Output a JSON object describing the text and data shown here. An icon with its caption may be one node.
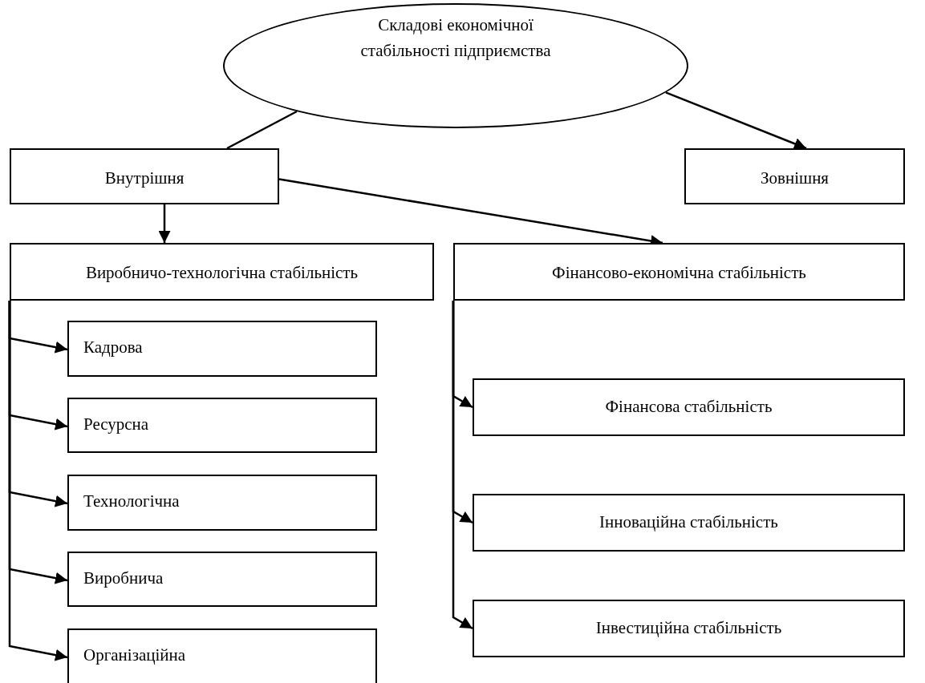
{
  "diagram": {
    "nodes": [
      {
        "text": [
          "Складові економічної стабільності підприємства"
        ]
      },
      {
        "text": [
          "Внутрішня"
        ]
      },
      {
        "text": [
          "Зовнішня"
        ]
      },
      {
        "text": [
          "Виробничо-технологічна стабільність"
        ]
      },
      {
        "text": [
          "Фінансово-економічна стабільність"
        ]
      },
      {
        "text": [
          "Кадрова"
        ]
      },
      {
        "text": [
          "Ресурсна"
        ]
      },
      {
        "text": [
          "Технологічна"
        ]
      },
      {
        "text": [
          "Виробнича"
        ]
      },
      {
        "text": [
          "Організаційна"
        ]
      },
      {
        "text": [
          "Фінансова стабільність"
        ]
      },
      {
        "text": [
          "Інноваційна стабільність"
        ]
      },
      {
        "text": [
          "Інвестиційна стабільність"
        ]
      }
    ],
    "edges": [
      {
        "from": 0,
        "to": 1,
        "arrow": "none"
      },
      {
        "from": 0,
        "to": 2,
        "arrow": "to"
      },
      {
        "from": 1,
        "to": 3,
        "arrow": "to"
      },
      {
        "from": 1,
        "to": 4,
        "arrow": "to"
      },
      {
        "from": 3,
        "to": 5,
        "arrow": "to"
      },
      {
        "from": 3,
        "to": 6,
        "arrow": "to"
      },
      {
        "from": 3,
        "to": 7,
        "arrow": "to"
      },
      {
        "from": 3,
        "to": 8,
        "arrow": "to"
      },
      {
        "from": 3,
        "to": 9,
        "arrow": "to"
      },
      {
        "from": 4,
        "to": 10,
        "arrow": "to"
      },
      {
        "from": 4,
        "to": 11,
        "arrow": "to"
      },
      {
        "from": 4,
        "to": 12,
        "arrow": "to"
      }
    ]
  }
}
